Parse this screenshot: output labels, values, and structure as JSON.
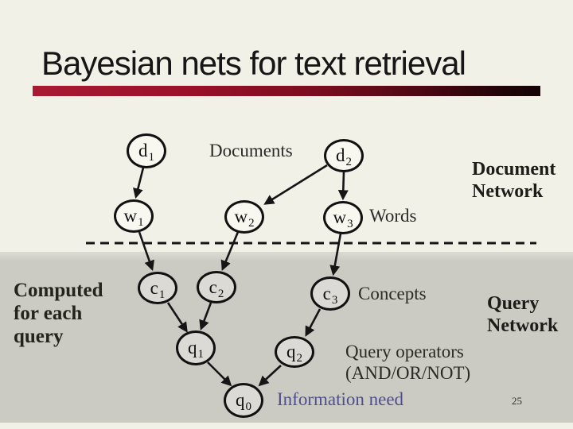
{
  "slide": {
    "title": "Bayesian nets for text retrieval",
    "page_number": "25"
  },
  "labels": {
    "documents": "Documents",
    "document_network": [
      "Document",
      "Network"
    ],
    "words": "Words",
    "computed_for_each_query": [
      "Computed",
      "for each",
      "query"
    ],
    "concepts": "Concepts",
    "query_network": [
      "Query",
      "Network"
    ],
    "query_operators": "Query operators",
    "query_operators_detail": "(AND/OR/NOT)",
    "information_need": "Information need"
  },
  "nodes": [
    {
      "id": "d1",
      "base": "d",
      "sub": "1"
    },
    {
      "id": "d2",
      "base": "d",
      "sub": "2"
    },
    {
      "id": "w1",
      "base": "w",
      "sub": "1"
    },
    {
      "id": "w2",
      "base": "w",
      "sub": "2"
    },
    {
      "id": "w3",
      "base": "w",
      "sub": "3"
    },
    {
      "id": "c1",
      "base": "c",
      "sub": "1"
    },
    {
      "id": "c2",
      "base": "c",
      "sub": "2"
    },
    {
      "id": "c3",
      "base": "c",
      "sub": "3"
    },
    {
      "id": "q1",
      "base": "q",
      "sub": "1"
    },
    {
      "id": "q2",
      "base": "q",
      "sub": "2"
    },
    {
      "id": "q0",
      "base": "q",
      "sub": "0"
    }
  ],
  "edges": [
    [
      "d1",
      "w1"
    ],
    [
      "d2",
      "w2"
    ],
    [
      "d2",
      "w3"
    ],
    [
      "w1",
      "c1"
    ],
    [
      "w2",
      "c2"
    ],
    [
      "w3",
      "c3"
    ],
    [
      "c1",
      "q1"
    ],
    [
      "c2",
      "q1"
    ],
    [
      "c3",
      "q2"
    ],
    [
      "q1",
      "q0"
    ],
    [
      "q2",
      "q0"
    ]
  ],
  "colors": {
    "slide_background": "#f2f1e8",
    "query_section_background": "#cbcac3",
    "title_bar_red": "#a91a33",
    "title_bar_dark": "#140305",
    "node_fill_document_network": "#f8f7f0",
    "node_fill_query_network": "#dbdad4",
    "node_stroke": "#111111",
    "information_need_text": "#4e4e8e",
    "body_text": "#2a2a26"
  }
}
